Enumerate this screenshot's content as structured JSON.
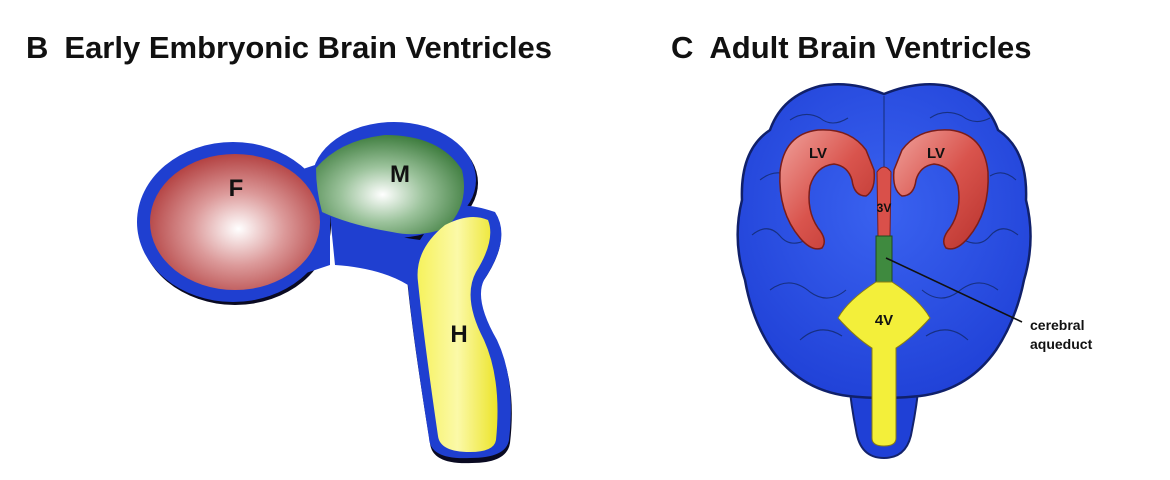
{
  "panels": {
    "embryonic": {
      "letter": "B",
      "title": "Early Embryonic Brain Ventricles",
      "labels": {
        "forebrain": "F",
        "midbrain": "M",
        "hindbrain": "H"
      }
    },
    "adult": {
      "letter": "C",
      "title": "Adult Brain Ventricles",
      "labels": {
        "lateral_left": "LV",
        "lateral_right": "LV",
        "third": "3V",
        "fourth": "4V",
        "callout_line1": "cerebral",
        "callout_line2": "aqueduct"
      }
    }
  },
  "colors": {
    "outline_blue": "#1f3fd0",
    "brain_blue": "#2a4fe6",
    "forebrain_red": "#b23a3a",
    "midbrain_green": "#3f7f3f",
    "hindbrain_yellow": "#f3ef3a",
    "lateral_ventricle": "#d9504a"
  }
}
